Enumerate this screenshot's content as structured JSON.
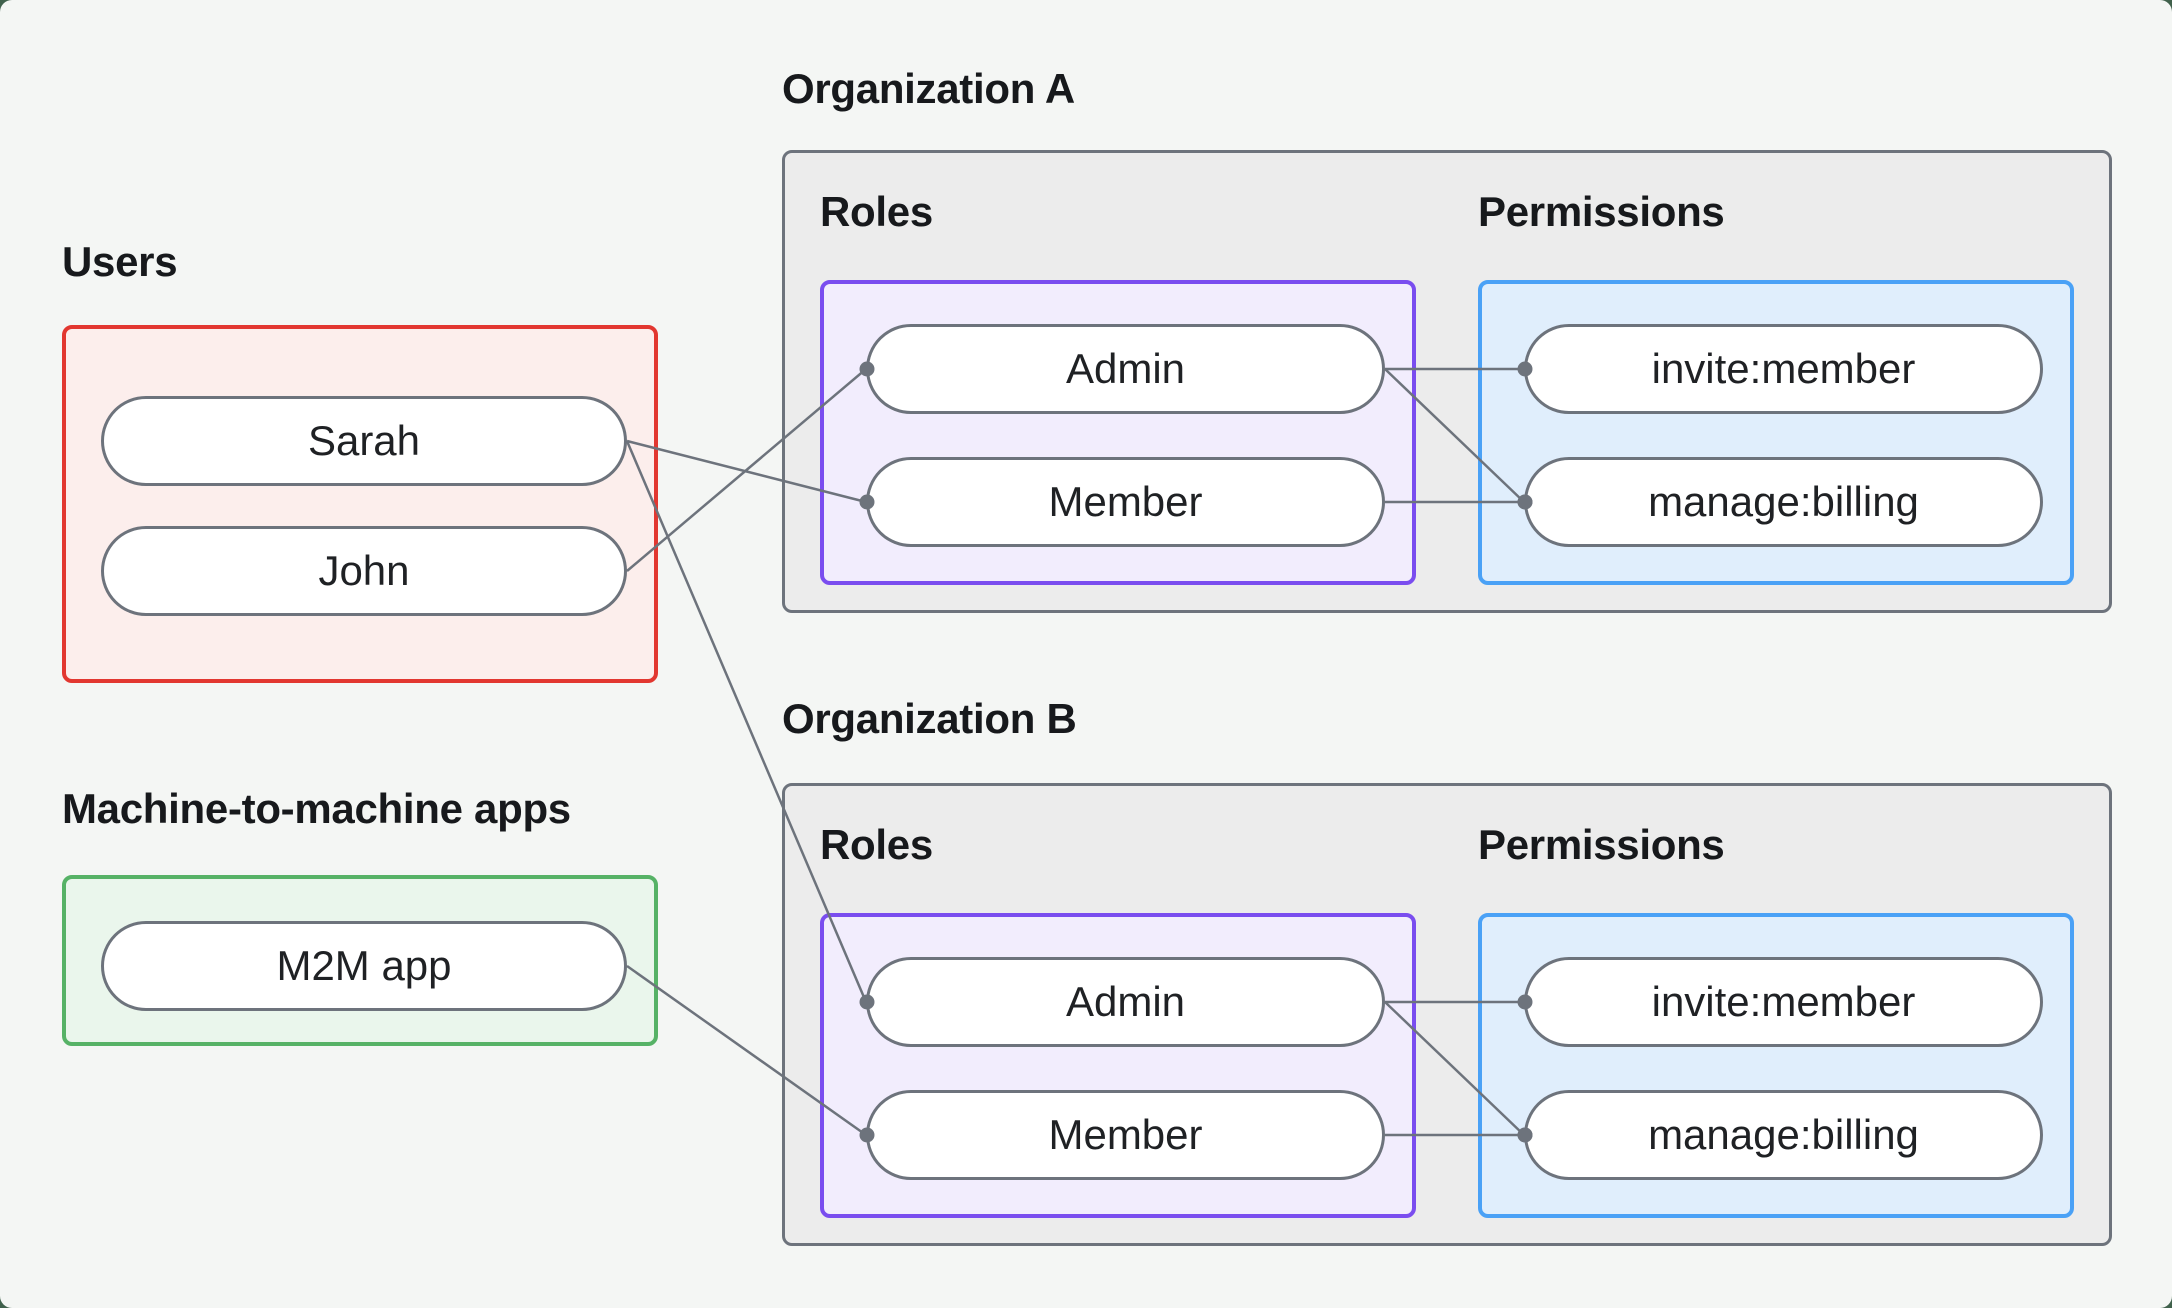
{
  "page": {
    "background": "#40614c",
    "panel_background": "#f4f6f4"
  },
  "users_group": {
    "label": "Users",
    "border_color": "#e23730",
    "fill_color": "#fceeec",
    "items": [
      {
        "label": "Sarah"
      },
      {
        "label": "John"
      }
    ]
  },
  "m2m_group": {
    "label": "Machine-to-machine apps",
    "border_color": "#56b266",
    "fill_color": "#eaf6ec",
    "items": [
      {
        "label": "M2M app"
      }
    ]
  },
  "organizations": [
    {
      "title": "Organization A",
      "roles_label": "Roles",
      "permissions_label": "Permissions",
      "roles": [
        {
          "label": "Admin"
        },
        {
          "label": "Member"
        }
      ],
      "permissions": [
        {
          "label": "invite:member"
        },
        {
          "label": "manage:billing"
        }
      ]
    },
    {
      "title": "Organization B",
      "roles_label": "Roles",
      "permissions_label": "Permissions",
      "roles": [
        {
          "label": "Admin"
        },
        {
          "label": "Member"
        }
      ],
      "permissions": [
        {
          "label": "invite:member"
        },
        {
          "label": "manage:billing"
        }
      ]
    }
  ],
  "colors": {
    "role_box_border": "#7a4def",
    "role_box_fill": "#f2edfd",
    "permission_box_border": "#4aa1f6",
    "permission_box_fill": "#e0eefc",
    "org_box_border": "#6d737c",
    "org_box_fill": "#ececec",
    "node_border": "#6d737c",
    "node_fill": "#ffffff",
    "connector": "#6d737c",
    "text": "#17191c"
  },
  "connections": [
    {
      "from": "user-sarah",
      "to": "orgA-role-member"
    },
    {
      "from": "user-john",
      "to": "orgA-role-admin"
    },
    {
      "from": "user-sarah",
      "to": "orgB-role-admin"
    },
    {
      "from": "app-m2m",
      "to": "orgB-role-member"
    },
    {
      "from": "orgA-role-admin",
      "to": "orgA-perm-invite"
    },
    {
      "from": "orgA-role-admin",
      "to": "orgA-perm-manage"
    },
    {
      "from": "orgA-role-member",
      "to": "orgA-perm-manage"
    },
    {
      "from": "orgB-role-admin",
      "to": "orgB-perm-invite"
    },
    {
      "from": "orgB-role-admin",
      "to": "orgB-perm-manage"
    },
    {
      "from": "orgB-role-member",
      "to": "orgB-perm-manage"
    }
  ]
}
